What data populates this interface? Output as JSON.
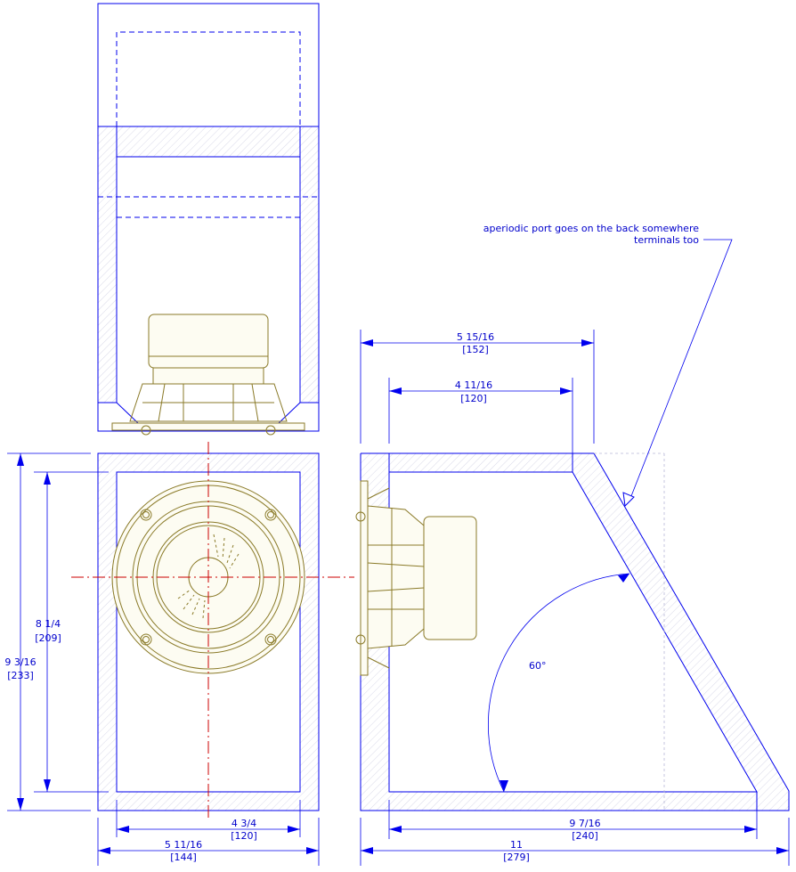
{
  "colors": {
    "outline": "#0000ee",
    "centerline": "#cc0000",
    "driver": "#8a7a28",
    "text": "#0000cc"
  },
  "annotations": {
    "port_note_line1": "aperiodic port goes on the back somewhere",
    "port_note_line2": "terminals too",
    "angle": "60°"
  },
  "dimensions": {
    "side_top_depth": {
      "inch": "5 15/16",
      "mm": "[152]"
    },
    "side_top_inner": {
      "inch": "4 11/16",
      "mm": "[120]"
    },
    "front_inner_height": {
      "inch": "8 1/4",
      "mm": "[209]"
    },
    "front_outer_height": {
      "inch": "9 3/16",
      "mm": "[233]"
    },
    "front_inner_width": {
      "inch": "4 3/4",
      "mm": "[120]"
    },
    "front_outer_width": {
      "inch": "5 11/16",
      "mm": "[144]"
    },
    "side_bottom_inner": {
      "inch": "9 7/16",
      "mm": "[240]"
    },
    "side_bottom_outer": {
      "inch": "11",
      "mm": "[279]"
    }
  }
}
